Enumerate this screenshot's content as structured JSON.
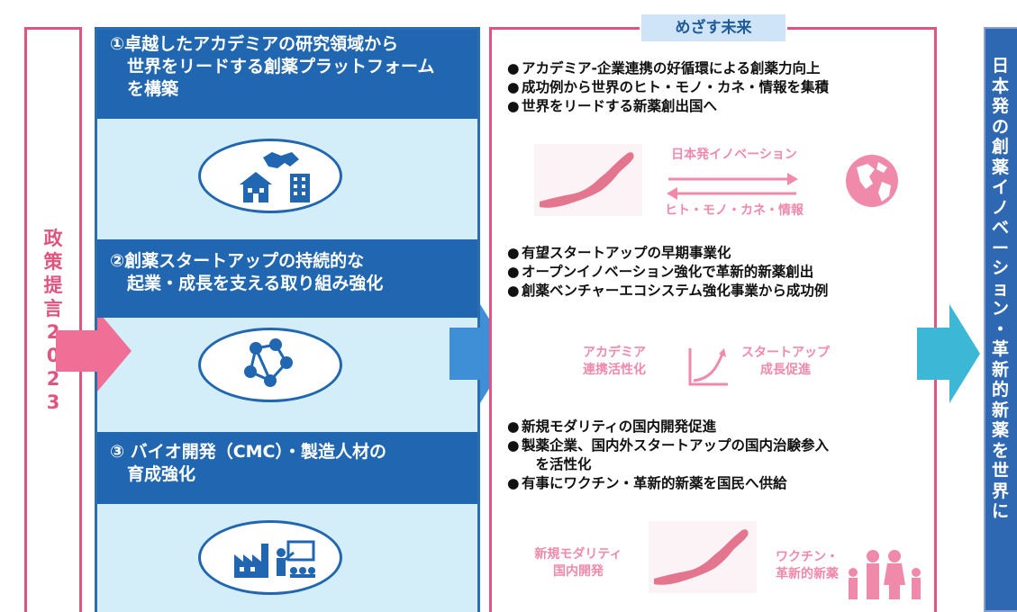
{
  "policy": {
    "label_chars": [
      "政",
      "策",
      "提",
      "言",
      "2",
      "0",
      "2",
      "3"
    ]
  },
  "pillars": {
    "p1": {
      "lines": [
        "①卓越したアカデミアの研究領域から",
        "　世界をリードする創薬プラットフォーム",
        "　を構築"
      ],
      "icon": "handshake-buildings-icon"
    },
    "p2": {
      "lines": [
        "②創薬スタートアップの持続的な",
        "　起業・成長を支える取り組み強化"
      ],
      "icon": "network-people-icon"
    },
    "p3": {
      "lines": [
        "③ バイオ開発（CMC）・製造人材の",
        "　育成強化"
      ],
      "icon": "factory-training-icon"
    }
  },
  "future": {
    "tag": "めざす未来",
    "group1": [
      "アカデミア-企業連携の好循環による創薬力向上",
      "成功例から世界のヒト・モノ・カネ・情報を集積",
      "世界をリードする新薬創出国へ"
    ],
    "group2": [
      "有望スタートアップの早期事業化",
      "オープンイノベーション強化で革新的新薬創出",
      "創薬ベンチャーエコシステム強化事業から成功例"
    ],
    "group3": [
      "新規モダリティの国内開発促進",
      "製薬企業、国内外スタートアップの国内治験参入",
      "　を活性化",
      "有事にワクチン・革新的新薬を国民へ供給"
    ],
    "bullet": "●",
    "illus1": {
      "top": "日本発イノベーション",
      "bottom": "ヒト・モノ・カネ・情報"
    },
    "illus2": {
      "left": [
        "アカデミア",
        "連携活性化"
      ],
      "right": [
        "スタートアップ",
        "成長促進"
      ]
    },
    "illus3": {
      "left": [
        "新規モダリティ",
        "国内開発"
      ],
      "right": [
        "ワクチン・",
        "革新的新薬"
      ]
    }
  },
  "goal": {
    "chars": [
      "日",
      "本",
      "発",
      "の",
      "創",
      "薬",
      "イ",
      "ノ",
      "ベ",
      "ー",
      "シ",
      "ョ",
      "ン",
      "・",
      "革",
      "新",
      "的",
      "新",
      "薬",
      "を",
      "世",
      "界",
      "に"
    ]
  },
  "colors": {
    "pink": "#e0557f",
    "blue": "#2166b0",
    "light_blue": "#d3eef8",
    "cyan": "#3cb8d6"
  }
}
